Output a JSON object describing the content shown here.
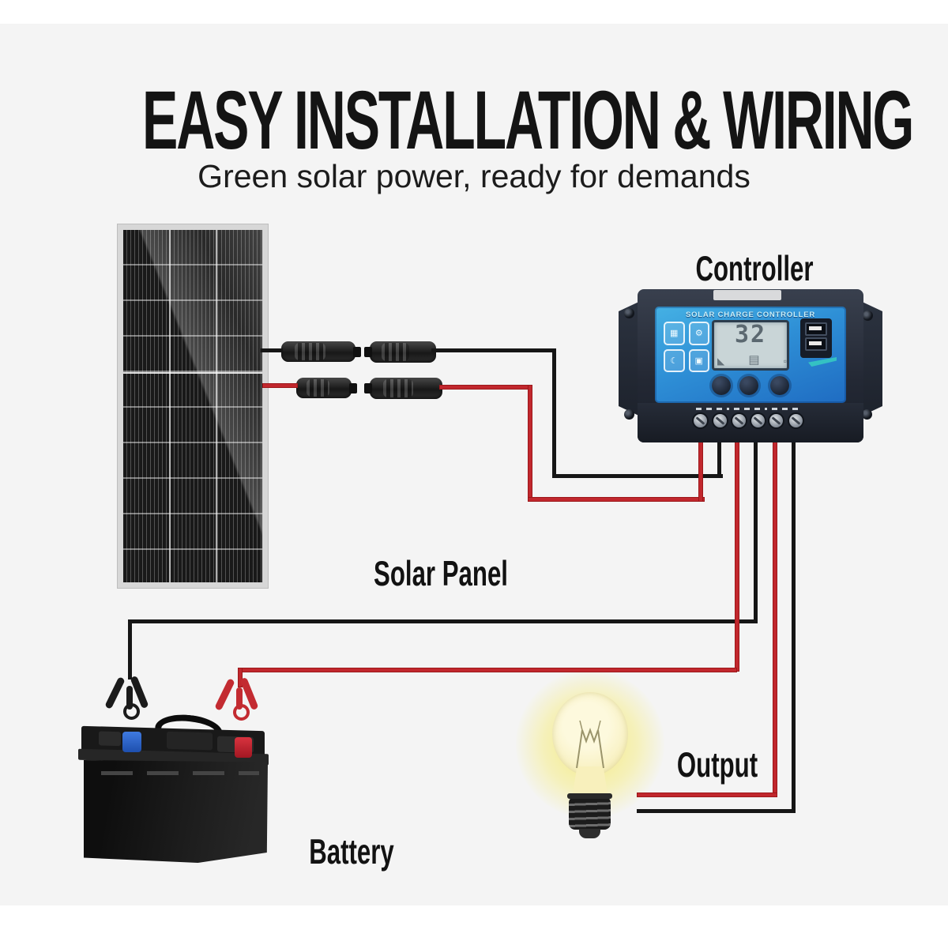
{
  "header": {
    "title": "EASY INSTALLATION & WIRING",
    "subtitle": "Green solar power, ready for demands"
  },
  "diagram": {
    "solar_panel": {
      "label": "Solar Panel"
    },
    "controller": {
      "label": "Controller",
      "panel_text": "SOLAR CHARGE CONTROLLER",
      "lcd_value": "32",
      "mode_icons": [
        {
          "name": "solar-panel-mode-icon",
          "glyph": "▦"
        },
        {
          "name": "settings-gear-icon",
          "glyph": "⚙"
        },
        {
          "name": "night-mode-icon",
          "glyph": "☾"
        },
        {
          "name": "load-mode-icon",
          "glyph": "▣"
        }
      ],
      "lcd_status_icons": [
        {
          "name": "pv-array-icon",
          "glyph": "◣"
        },
        {
          "name": "battery-gauge-icon",
          "glyph": "▤"
        },
        {
          "name": "load-icon",
          "glyph": "▫"
        }
      ],
      "usb_ports": 2,
      "buttons": 3,
      "terminals": 6
    },
    "battery": {
      "label": "Battery"
    },
    "output": {
      "label": "Output"
    }
  },
  "colors": {
    "background": "#f4f4f4",
    "edge_strip": "#ffffff",
    "title_text": "#141414",
    "wire_positive_red": "#c1272d",
    "wire_negative_black": "#161616",
    "controller_face_blue": "#2e8fd6",
    "controller_housing": "#232834",
    "lcd_screen": "#c9d5d7",
    "battery_terminal_negative": "#2b62c4",
    "battery_terminal_positive": "#cc2430",
    "bulb_glow_yellow": "#f4ea78",
    "panel_frame_silver": "#d7d7d7",
    "panel_cells_dark": "#191919"
  }
}
